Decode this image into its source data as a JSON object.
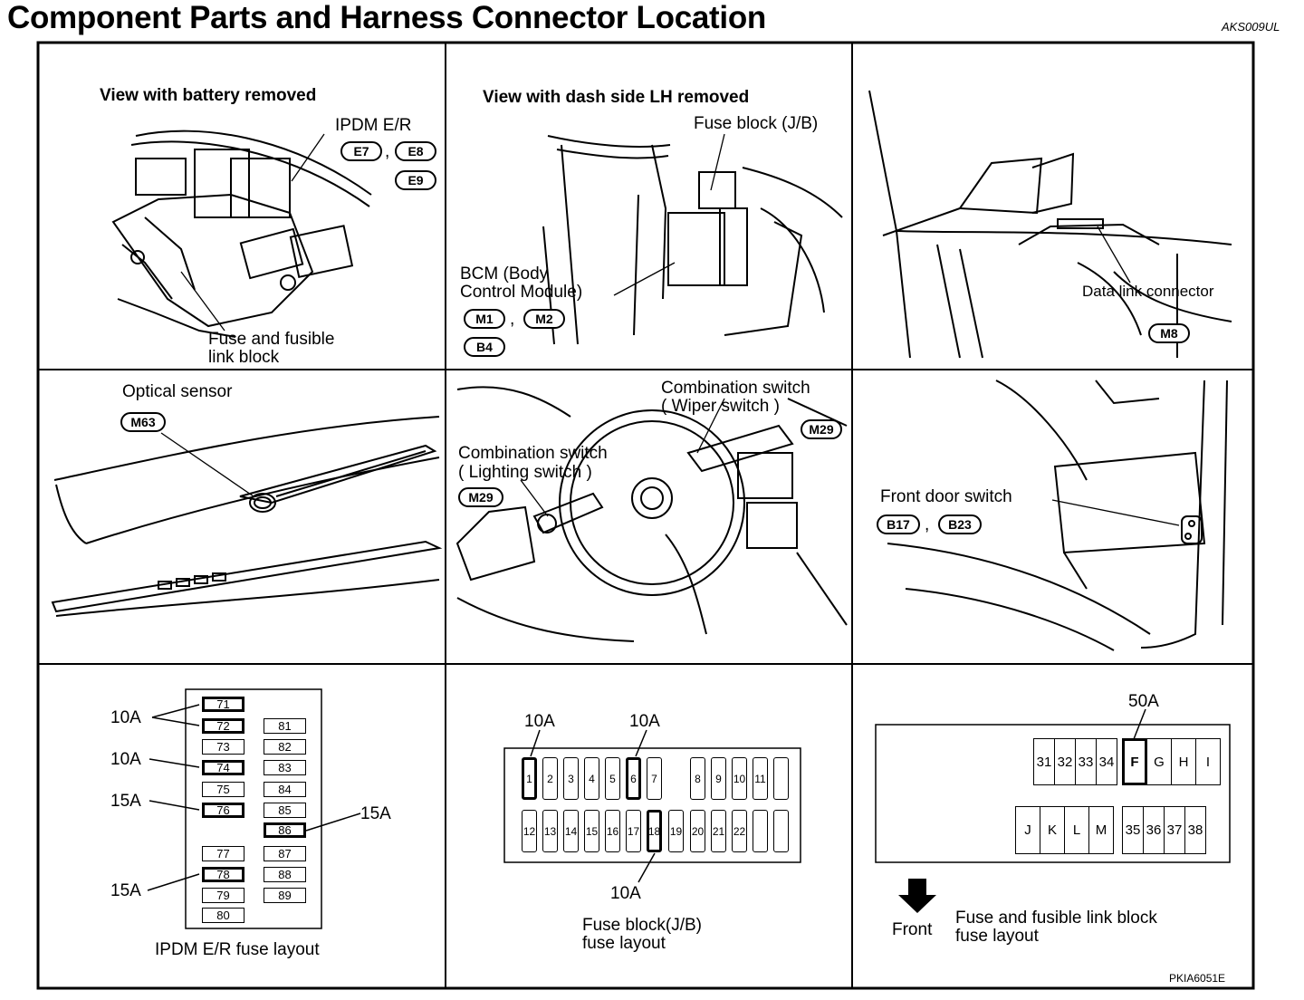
{
  "page": {
    "title": "Component Parts and Harness Connector Location",
    "code_top": "AKS009UL",
    "code_bottom": "PKIA6051E"
  },
  "panels": {
    "battery": {
      "heading": "View with battery removed",
      "ipdm": "IPDM E/R",
      "connectors": [
        "E7",
        "E8",
        "E9"
      ],
      "fuse_line1": "Fuse and fusible",
      "fuse_line2": "link block"
    },
    "dash": {
      "heading": "View with dash side LH removed",
      "fuse_block": "Fuse block (J/B)",
      "bcm_line1": "BCM (Body",
      "bcm_line2": "Control Module)",
      "connectors": [
        "M1",
        "M2",
        "B4"
      ]
    },
    "dlc": {
      "label": "Data link connector",
      "connector": "M8"
    },
    "optical": {
      "label": "Optical sensor",
      "connector": "M63"
    },
    "combo": {
      "wiper_line1": "Combination switch",
      "wiper_line2": "( Wiper switch )",
      "wiper_connector": "M29",
      "light_line1": "Combination switch",
      "light_line2": "( Lighting switch )",
      "light_connector": "M29"
    },
    "door": {
      "label": "Front door switch",
      "connectors": [
        "B17",
        "B23"
      ]
    },
    "ipdm_layout": {
      "caption": "IPDM E/R fuse layout",
      "left": [
        "71",
        "72",
        "73",
        "74",
        "75",
        "76",
        "77",
        "78",
        "79",
        "80"
      ],
      "right": [
        "81",
        "82",
        "83",
        "84",
        "85",
        "86",
        "87",
        "88",
        "89"
      ],
      "callouts": [
        "10A",
        "10A",
        "15A",
        "15A",
        "15A"
      ]
    },
    "jb_layout": {
      "caption_line1": "Fuse block(J/B)",
      "caption_line2": "fuse layout",
      "top": [
        "1",
        "2",
        "3",
        "4",
        "5",
        "6",
        "7",
        "8",
        "9",
        "10",
        "11",
        ""
      ],
      "bottom": [
        "12",
        "13",
        "14",
        "15",
        "16",
        "17",
        "18",
        "19",
        "20",
        "21",
        "22",
        "",
        ""
      ],
      "callouts": [
        "10A",
        "10A",
        "10A"
      ]
    },
    "fusible_layout": {
      "callout": "50A",
      "row1a": [
        "31",
        "32",
        "33",
        "34"
      ],
      "row1b": [
        "F",
        "G",
        "H",
        "I"
      ],
      "row2a": [
        "J",
        "K",
        "L",
        "M"
      ],
      "row2b": [
        "35",
        "36",
        "37",
        "38"
      ],
      "front": "Front",
      "caption_line1": "Fuse and fusible link block",
      "caption_line2": "fuse layout"
    }
  }
}
